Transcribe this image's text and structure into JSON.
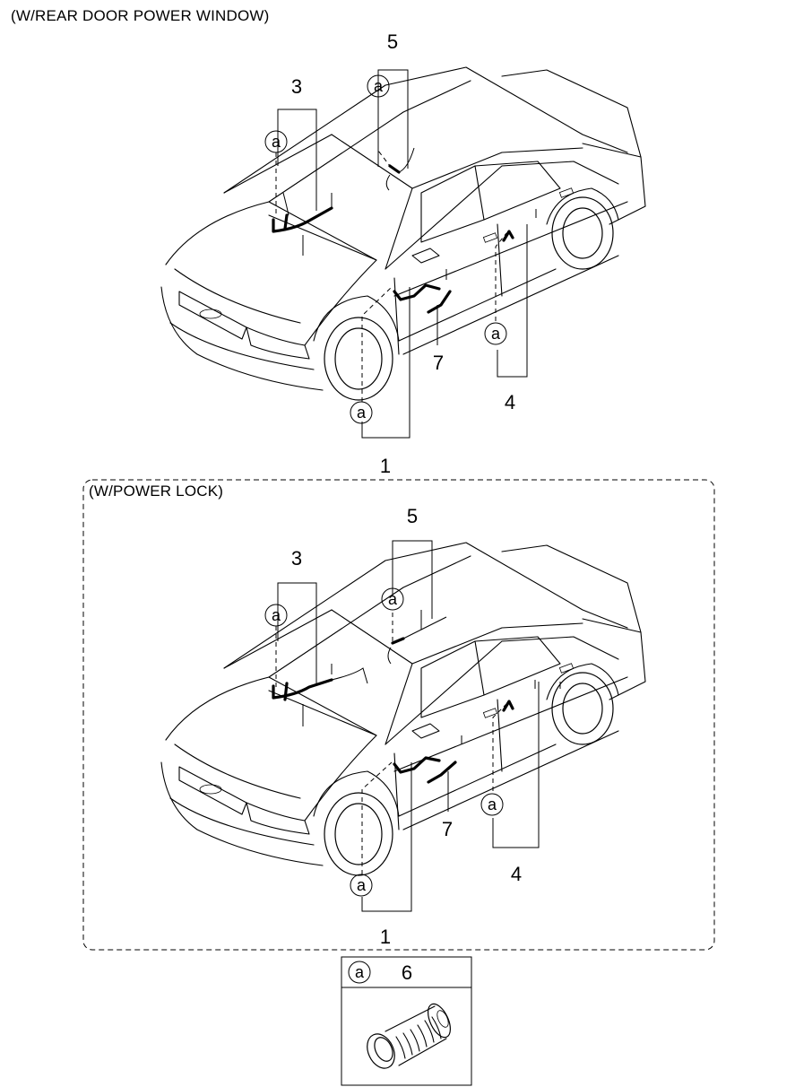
{
  "section_top": {
    "title": "(W/REAR DOOR POWER WINDOW)"
  },
  "section_bottom": {
    "title": "(W/POWER LOCK)"
  },
  "bubble_letter": "a",
  "callouts": {
    "top": {
      "c1": "1",
      "c3": "3",
      "c4": "4",
      "c5": "5",
      "c7": "7"
    },
    "bottom": {
      "c1": "1",
      "c3": "3",
      "c4": "4",
      "c5": "5",
      "c7": "7"
    }
  },
  "legend": {
    "bubble": "a",
    "part": "6"
  }
}
